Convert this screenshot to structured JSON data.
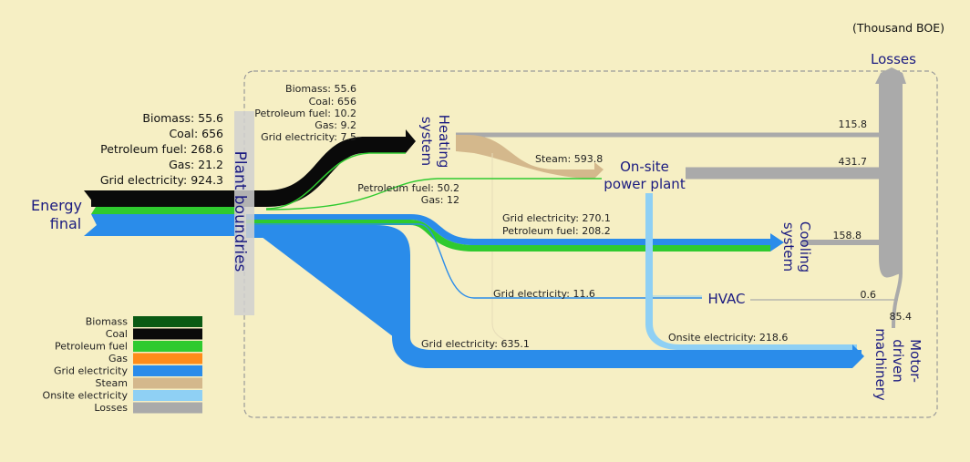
{
  "units": "(Thousand BOE)",
  "colors": {
    "Biomass": "#0a5a14",
    "Coal": "#0a0a0a",
    "Petroleum fuel": "#2fca2f",
    "Gas": "#ff8c1a",
    "Grid electricity": "#2a8cea",
    "Steam": "#d4b88c",
    "Onsite electricity": "#8fd0f4",
    "Losses": "#aaaaaa"
  },
  "legend": [
    {
      "name": "Biomass",
      "color": "#0a5a14"
    },
    {
      "name": "Coal",
      "color": "#0a0a0a"
    },
    {
      "name": "Petroleum fuel",
      "color": "#2fca2f"
    },
    {
      "name": "Gas",
      "color": "#ff8c1a"
    },
    {
      "name": "Grid electricity",
      "color": "#2a8cea"
    },
    {
      "name": "Steam",
      "color": "#d4b88c"
    },
    {
      "name": "Onsite electricity",
      "color": "#8fd0f4"
    },
    {
      "name": "Losses",
      "color": "#aaaaaa"
    }
  ],
  "nodes": {
    "energy_final": [
      "Energy",
      "final"
    ],
    "plant_boundaries": "Plant boundries",
    "heating_system": [
      "Heating",
      "system"
    ],
    "onsite_power_plant": [
      "On-site",
      "power plant"
    ],
    "cooling_system": [
      "Cooling",
      "system"
    ],
    "hvac": "HVAC",
    "motor_machinery": [
      "Motor-",
      "driven",
      "machinery"
    ],
    "losses": "Losses"
  },
  "input_labels": [
    "Biomass: 55.6",
    "Coal: 656",
    "Petroleum fuel: 268.6",
    "Gas: 21.2",
    "Grid electricity: 924.3"
  ],
  "heating_labels": [
    "Biomass: 55.6",
    "Coal: 656",
    "Petroleum fuel: 10.2",
    "Gas: 9.2",
    "Grid electricity: 7.5"
  ],
  "flow_labels": {
    "steam": "Steam: 593.8",
    "power_plant_in": [
      "Petroleum fuel: 50.2",
      "Gas: 12"
    ],
    "cooling_in": [
      "Grid electricity: 270.1",
      "Petroleum fuel: 208.2"
    ],
    "hvac_in": "Grid electricity: 11.6",
    "motor_grid": "Grid electricity: 635.1",
    "motor_onsite": "Onsite electricity: 218.6"
  },
  "loss_labels": {
    "heating": "115.8",
    "power_plant": "431.7",
    "cooling": "158.8",
    "hvac": "0.6",
    "motor": "85.4"
  }
}
